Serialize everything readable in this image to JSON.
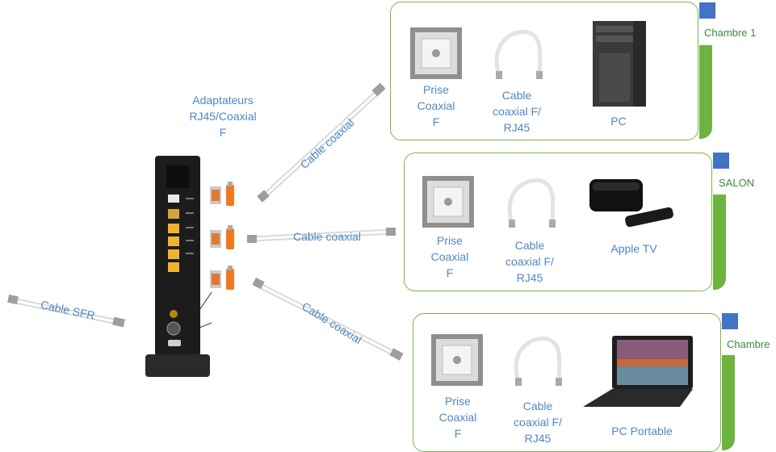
{
  "adapters_label": "Adaptateurs\nRJ45/Coaxial\nF",
  "cable_sfr_label": "Cable SFR",
  "cable_labels": [
    "Cable coaxial",
    "Cable coaxial",
    "Cable coaxial"
  ],
  "rooms": [
    {
      "name": "Chambre 1",
      "items": [
        "Prise\nCoaxial\nF",
        "Cable\ncoaxial F/\nRJ45",
        "PC"
      ]
    },
    {
      "name": "SALON",
      "items": [
        "Prise\nCoaxial\nF",
        "Cable\ncoaxial F/\nRJ45",
        "Apple TV"
      ]
    },
    {
      "name": "Chambre",
      "items": [
        "Prise\nCoaxial\nF",
        "Cable\ncoaxial F/\nRJ45",
        "PC Portable"
      ]
    }
  ],
  "colors": {
    "label_blue": "#4f86c6",
    "room_green": "#6db33f",
    "tag_blue": "#4472c4",
    "port_orange": "#f39c12"
  }
}
